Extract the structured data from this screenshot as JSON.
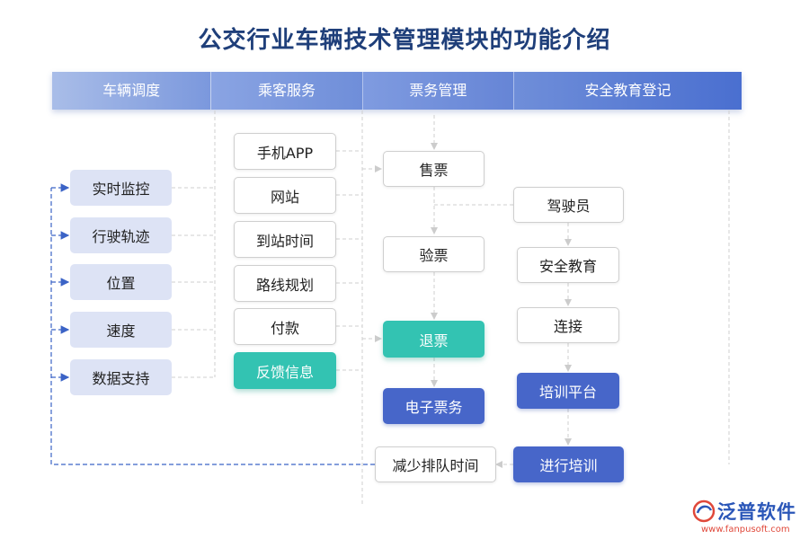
{
  "title": "公交行业车辆技术管理模块的功能介绍",
  "header": [
    "车辆调度",
    "乘客服务",
    "票务管理",
    "安全教育登记"
  ],
  "dispatch": [
    "实时监控",
    "行驶轨迹",
    "位置",
    "速度",
    "数据支持"
  ],
  "passenger": [
    "手机APP",
    "网站",
    "到站时间",
    "路线规划",
    "付款",
    "反馈信息"
  ],
  "ticket": [
    "售票",
    "验票",
    "退票",
    "电子票务",
    "减少排队时间"
  ],
  "safety": [
    "驾驶员",
    "安全教育",
    "连接",
    "培训平台",
    "进行培训"
  ],
  "logo": {
    "name": "泛普软件",
    "url": "www.fanpusoft.com"
  }
}
